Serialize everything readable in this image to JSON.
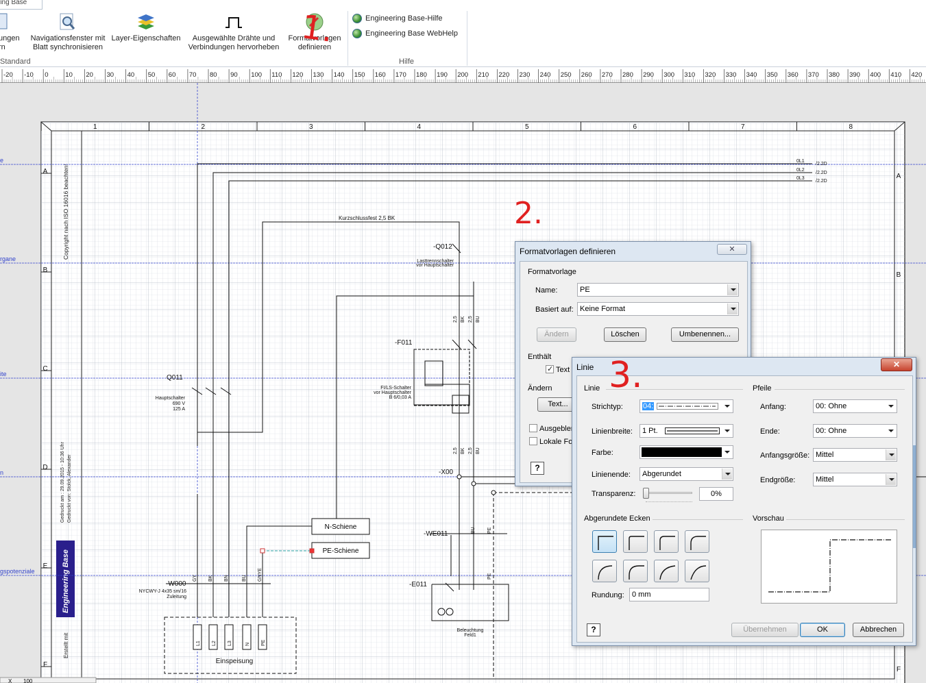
{
  "ribbon": {
    "app_tab": "ring Base",
    "buttons": [
      {
        "line1": "ungen",
        "line2": "rn"
      },
      {
        "line1": "Navigationsfenster mit",
        "line2": "Blatt synchronisieren"
      },
      {
        "line1": "Layer-Eigenschaften",
        "line2": ""
      },
      {
        "line1": "Ausgewählte Drähte und",
        "line2": "Verbindungen hervorheben"
      },
      {
        "line1": "Formatvorlagen",
        "line2": "definieren"
      }
    ],
    "group_standard": "Standard",
    "group_hilfe": "Hilfe",
    "help_links": [
      "Engineering Base-Hilfe",
      "Engineering Base WebHelp"
    ]
  },
  "ruler": {
    "ticks": [
      "20",
      "10",
      "0",
      "10",
      "20",
      "30",
      "40",
      "50",
      "60",
      "70",
      "80",
      "90",
      "100",
      "110",
      "120",
      "130",
      "140",
      "150",
      "160",
      "170",
      "180",
      "190",
      "200",
      "210",
      "220",
      "230",
      "240",
      "250",
      "260",
      "270",
      "280",
      "290",
      "300",
      "310",
      "320",
      "330",
      "340",
      "350",
      "360",
      "370",
      "380",
      "390",
      "400",
      "410",
      "420"
    ]
  },
  "sheet": {
    "columns": [
      "1",
      "2",
      "3",
      "4",
      "5",
      "6",
      "7",
      "8"
    ],
    "rows": [
      "A",
      "B",
      "C",
      "D",
      "E",
      "F"
    ],
    "side_labels": [
      "e",
      "rgane",
      "ite",
      "n",
      "gspotenziale"
    ],
    "copyright": "Copyright nach ISO 16016 beachten!",
    "printed": "Gedruckt am : 29.09.2015 - 10:36 Uhr",
    "printed_by": "Gedruckt von: Stolck, Alexander",
    "logo": "Engineering Base",
    "created": "Erstellt mit",
    "bus_labels": [
      "0L1",
      "0L2",
      "0L3"
    ],
    "bus_refs": [
      "/2.2D",
      "/2.2D",
      "/2.2D"
    ],
    "kurzschluss": "Kurzschlussfest 2,5 BK",
    "q012": "-Q012",
    "q012_desc1": "Lasttrennschalter",
    "q012_desc2": "vor Hauptschalter",
    "f011": "-F011",
    "f011_desc1": "FI/LS-Schalter",
    "f011_desc2": "vor Hauptschalter",
    "f011_desc3": "B 6/0,03 A",
    "q011": "Q011",
    "q011_desc1": "Hauptschalter",
    "q011_desc2": "690 V",
    "q011_desc3": "125 A",
    "x00": "-X00",
    "n_schiene": "N-Schiene",
    "pe_schiene": "PE-Schiene",
    "we011": "-WE011",
    "w000": "-W000",
    "w000_desc1": "NYCWY-J 4x35 sm/16",
    "w000_desc2": "Zuleitung",
    "e011": "-E011",
    "e011_desc1": "Beleuchtung",
    "e011_desc2": "Feld1",
    "einspeisung": "Einspeisung",
    "terminal_labels": [
      "L1",
      "L2",
      "L3",
      "N",
      "PE"
    ],
    "wire_labels": [
      "GY",
      "BK",
      "BN",
      "BU",
      "GNYE"
    ],
    "wire_labels2": [
      "2,5",
      "BK",
      "2,5",
      "BU"
    ],
    "wire_labels3": [
      "BU",
      "PE",
      "PE"
    ],
    "bottom_zoom": "100",
    "bottom_x": "X"
  },
  "dialog_formatvorlagen": {
    "title": "Formatvorlagen definieren",
    "section": "Formatvorlage",
    "name_label": "Name:",
    "name_value": "PE",
    "based_label": "Basiert auf:",
    "based_value": "Keine Format",
    "btn_aendern": "Ändern",
    "btn_loeschen": "Löschen",
    "btn_umbenennen": "Umbenennen...",
    "contains_label": "Enthält",
    "contains_text": "Text",
    "change_label": "Ändern",
    "btn_text": "Text...",
    "chk_ausgeblendet": "Ausgeblen",
    "chk_lokale": "Lokale For"
  },
  "dialog_linie": {
    "title": "Linie",
    "sec_linie": "Linie",
    "sec_pfeile": "Pfeile",
    "strichtyp_label": "Strichtyp:",
    "strichtyp_value": "04:",
    "linienbreite_label": "Linienbreite:",
    "linienbreite_value": "1 Pt.",
    "farbe_label": "Farbe:",
    "linienende_label": "Linienende:",
    "linienende_value": "Abgerundet",
    "transparenz_label": "Transparenz:",
    "transparenz_value": "0%",
    "transparenz_level": 0,
    "anfang_label": "Anfang:",
    "anfang_value": "00: Ohne",
    "ende_label": "Ende:",
    "ende_value": "00: Ohne",
    "anfangsgroesse_label": "Anfangsgröße:",
    "anfangsgroesse_value": "Mittel",
    "endgroesse_label": "Endgröße:",
    "endgroesse_value": "Mittel",
    "sec_ecken": "Abgerundete Ecken",
    "sec_vorschau": "Vorschau",
    "rundung_label": "Rundung:",
    "rundung_value": "0 mm",
    "btn_uebernehmen": "Übernehmen",
    "btn_ok": "OK",
    "btn_abbrechen": "Abbrechen"
  },
  "annotations": [
    "1.",
    "2.",
    "3."
  ],
  "colors": {
    "annotation": "#e02020",
    "bus": "#3344cc",
    "dialog_bg": "#f0f0f0",
    "grid": "#c6cbd6"
  }
}
